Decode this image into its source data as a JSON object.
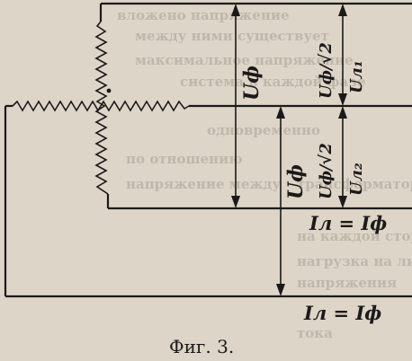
{
  "labels": {
    "u_phase": "Uф",
    "u_line1": "Uл₁",
    "u_line2": "Uл₂",
    "u_phase_over_sqrt2": "Uф/√2",
    "i_line_eq_i_phase": "Iл = Iф",
    "caption": "Фиг. 3."
  },
  "bleed_text": [
    "вложено напряжение",
    "между ними существует",
    "максимальное напряжение",
    "система в каждой фазе",
    "одновременно",
    "по отношению",
    "напряжение между",
    "трансформаторе",
    "на каждой стороне",
    "нагрузка на линии",
    "напряжения",
    "тока"
  ]
}
